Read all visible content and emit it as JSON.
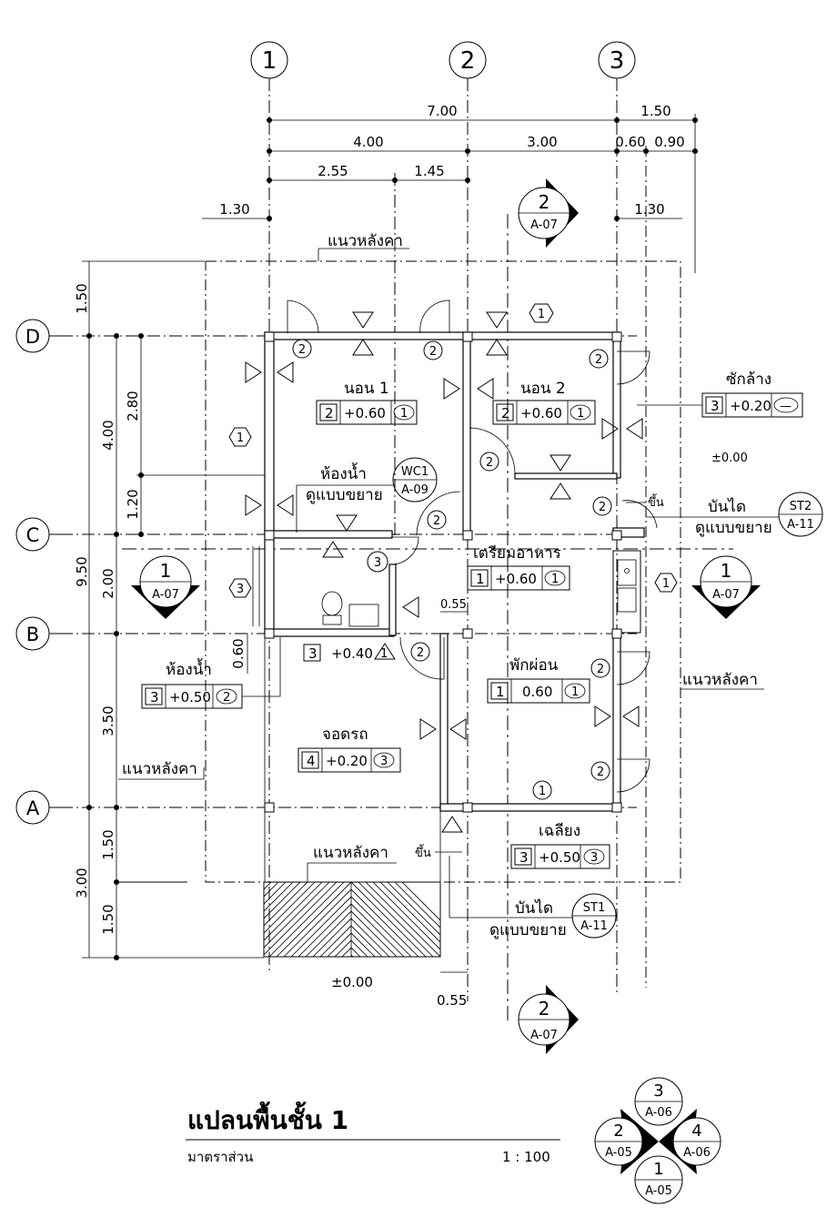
{
  "grid": {
    "cols": [
      "1",
      "2",
      "3"
    ],
    "rows": [
      "D",
      "C",
      "B",
      "A"
    ]
  },
  "dims": {
    "top_total": "7.00",
    "top_ext": "1.50",
    "top_a": "4.00",
    "top_b": "3.00",
    "top_c": "0.60",
    "top_d": "0.90",
    "top_e": "2.55",
    "top_f": "1.45",
    "left_ovh": "1.30",
    "right_ovh": "1.30",
    "side_1_50a": "1.50",
    "side_4_00": "4.00",
    "side_2_80": "2.80",
    "side_1_20": "1.20",
    "side_9_50": "9.50",
    "side_2_00": "2.00",
    "side_0_60": "0.60",
    "side_3_50": "3.50",
    "side_3_00": "3.00",
    "side_1_50b": "1.50",
    "side_1_50c": "1.50",
    "step_055a": "0.55",
    "step_055b": "0.55"
  },
  "labels": {
    "roof_top": "แนวหลังคา",
    "roof_left": "แนวหลังคา",
    "roof_right": "แนวหลังคา",
    "roof_bottom": "แนวหลังคา",
    "bed1": "นอน 1",
    "bed2": "นอน 2",
    "bath1": "ห้องน้ำ",
    "bath1_detail": "ดูแบบขยาย",
    "kitchen": "เตรียมอาหาร",
    "laundry": "ซักล้าง",
    "stair_top": "บันได",
    "stair_top_detail": "ดูแบบขยาย",
    "stair_top_up": "ขึ้น",
    "bath2": "ห้องน้ำ",
    "rest": "พักผ่อน",
    "carport": "จอดรถ",
    "terrace": "เฉลียง",
    "stair_bot": "บันได",
    "stair_bot_detail": "ดูแบบขยาย",
    "stair_bot_up": "ขึ้น",
    "level_right": "±0.00",
    "level_bottom": "±0.00"
  },
  "tags": {
    "bed1": {
      "a": "2",
      "b": "+0.60",
      "c": "1"
    },
    "bed2": {
      "a": "2",
      "b": "+0.60",
      "c": "1"
    },
    "laundry": {
      "a": "3",
      "b": "+0.20",
      "c": "—"
    },
    "kitchen": {
      "a": "1",
      "b": "+0.60",
      "c": "1"
    },
    "bath_floor": {
      "a": "3",
      "b": "+0.40",
      "c": "1"
    },
    "bath2": {
      "a": "3",
      "b": "+0.50",
      "c": "2"
    },
    "rest": {
      "a": "1",
      "b": "0.60",
      "c": "1"
    },
    "carport": {
      "a": "4",
      "b": "+0.20",
      "c": "3"
    },
    "terrace": {
      "a": "3",
      "b": "+0.50",
      "c": "3"
    }
  },
  "refs": {
    "wc1_top": "WC1",
    "wc1_bot": "A-09",
    "st2_top": "ST2",
    "st2_bot": "A-11",
    "st1_top": "ST1",
    "st1_bot": "A-11",
    "sec_top_num": "2",
    "sec_top_sheet": "A-07",
    "sec_bot_num": "2",
    "sec_bot_sheet": "A-07",
    "sec_left_num": "1",
    "sec_left_sheet": "A-07",
    "sec_right_num": "1",
    "sec_right_sheet": "A-07"
  },
  "keyplan": {
    "top_num": "3",
    "top_sheet": "A-06",
    "left_num": "2",
    "left_sheet": "A-05",
    "right_num": "4",
    "right_sheet": "A-06",
    "bottom_num": "1",
    "bottom_sheet": "A-05"
  },
  "title": {
    "main": "แปลนพื้นชั้น 1",
    "scale_label": "มาตราส่วน",
    "scale_value": "1 : 100"
  }
}
